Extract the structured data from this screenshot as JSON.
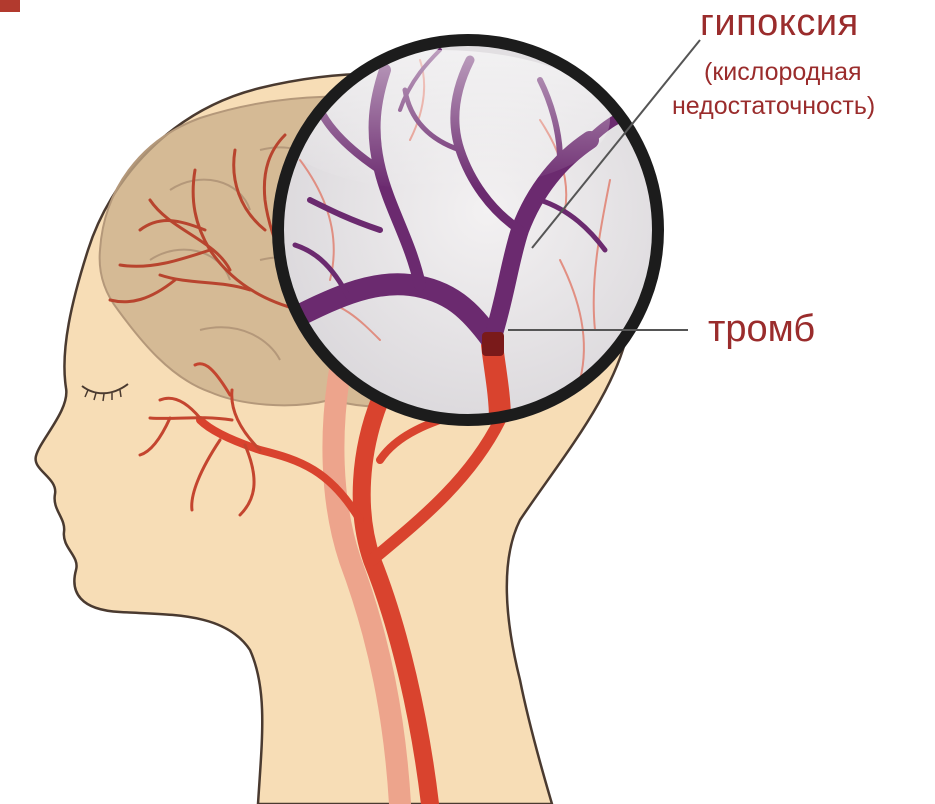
{
  "labels": {
    "hypoxia": "гипоксия",
    "hypoxia_note_line1": "(кислородная",
    "hypoxia_note_line2": "недостаточность)",
    "thrombus": "тромб"
  },
  "colors": {
    "label_text": "#9a2c2c",
    "skin": "#f7ddb6",
    "artery": "#d9432e",
    "vein": "#6b2a6f",
    "brain": "#c9ad8a"
  }
}
